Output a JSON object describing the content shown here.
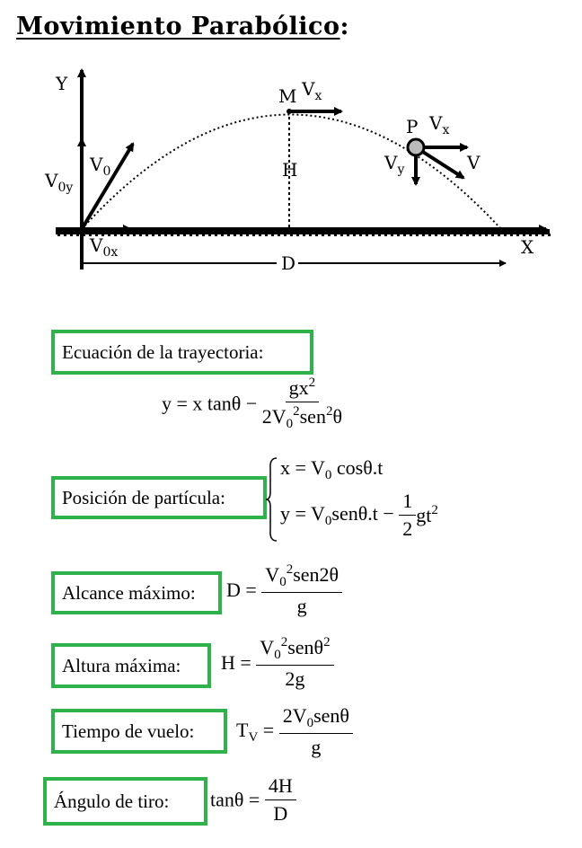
{
  "title": "Movimiento Parabólico",
  "title_colon": ":",
  "diagram": {
    "axis_y": "Y",
    "axis_x": "X",
    "v0": "V",
    "v0_sub": "0",
    "v0y": "V",
    "v0y_sub": "0y",
    "v0x": "V",
    "v0x_sub": "0x",
    "point_m": "M",
    "vx_m": "V",
    "vx_m_sub": "x",
    "height": "H",
    "point_p": "P",
    "vx_p": "V",
    "vx_p_sub": "x",
    "vy_p": "V",
    "vy_p_sub": "y",
    "v_p": "V",
    "distance": "D"
  },
  "sections": {
    "trayectoria": {
      "label": "Ecuación de la trayectoria:"
    },
    "posicion": {
      "label": "Posición de partícula:"
    },
    "alcance": {
      "label": "Alcance máximo:"
    },
    "altura": {
      "label": "Altura máxima:"
    },
    "tiempo": {
      "label": "Tiempo de vuelo:"
    },
    "angulo": {
      "label": "Ángulo de tiro:"
    }
  },
  "colors": {
    "box_border": "#2db34a",
    "ink": "#000000"
  }
}
